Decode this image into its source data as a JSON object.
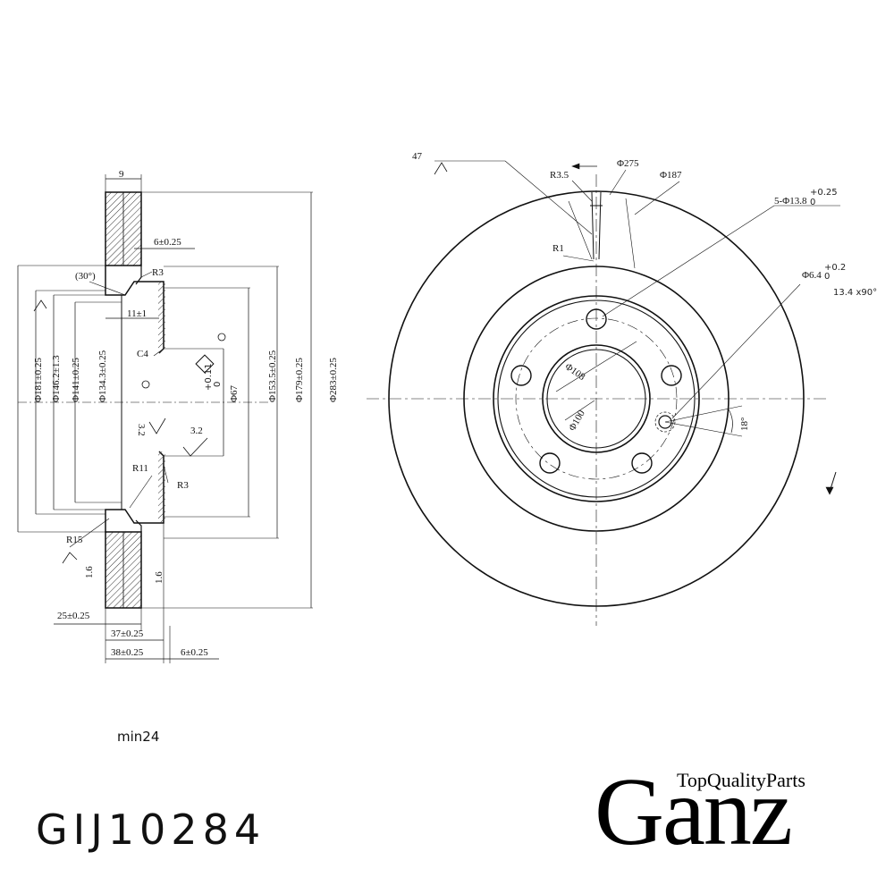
{
  "side_view": {
    "dims": {
      "thickness": "9",
      "hat_wall": "6±0.25",
      "chamfer_angle": "(30°)",
      "r3_top": "R3",
      "hat_depth": "11±1",
      "chamfer": "C4",
      "roughness_a": "3.2",
      "roughness_b": "3.2",
      "r11": "R11",
      "r3_bottom": "R3",
      "r15": "R15",
      "vane_left": "1.6",
      "vane_right": "1.6",
      "d181": "Φ181±0.25",
      "d146": "Φ146.2±1.3",
      "d141": "Φ141±0.25",
      "d134": "Φ134.3±0.25",
      "d67": "Φ67",
      "d67_tol": "+0.11",
      "d67_tol_low": "0",
      "d153": "Φ153.5±0.25",
      "d179": "Φ179±0.25",
      "d283": "Φ283±0.25",
      "w25": "25±0.25",
      "w37": "37±0.25",
      "w38": "38±0.25",
      "w6": "6±0.25"
    }
  },
  "front_view": {
    "dims": {
      "d47": "47",
      "r35": "R3.5",
      "d275": "Φ275",
      "d187": "Φ187",
      "r1": "R1",
      "holes": "5-Φ13.8",
      "holes_tol": "+0.25",
      "holes_tol_low": "0",
      "small_hole": "Φ6.4",
      "small_hole_tol": "+0.2",
      "small_hole_tol_low": "0",
      "countersink": "13.4 x90°",
      "d108": "Φ108",
      "d100": "Φ100",
      "angle": "18°"
    }
  },
  "note": "min24",
  "part_number": "GIJ10284",
  "brand": {
    "name": "Ganz",
    "tagline": "TopQualityParts"
  },
  "colors": {
    "line": "#111111",
    "hatch": "#333333",
    "background": "#ffffff"
  }
}
